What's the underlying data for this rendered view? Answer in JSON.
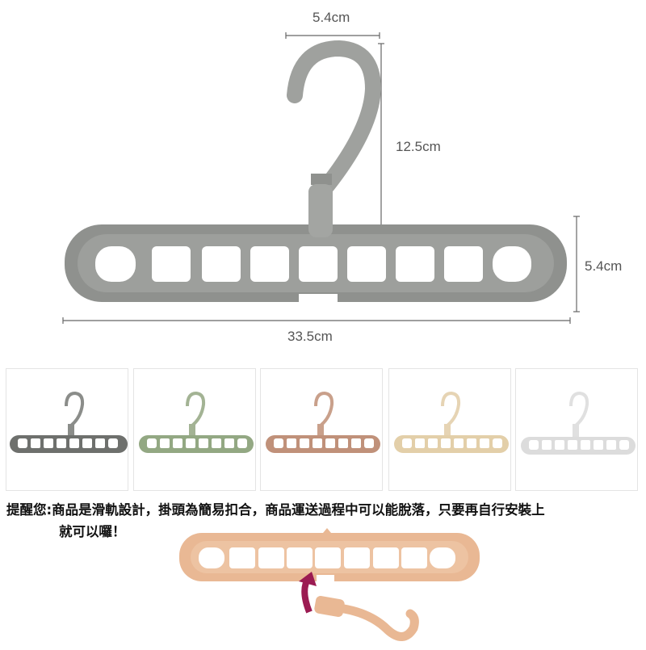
{
  "main_diagram": {
    "product": "multi-hole rotating clothes hanger",
    "color": "#8f918e",
    "dimensions": {
      "hook_width": "5.4cm",
      "hook_height": "12.5cm",
      "bar_height": "5.4cm",
      "bar_length": "33.5cm"
    },
    "hole_count": 9
  },
  "color_variants": [
    {
      "name": "gray",
      "color": "#7a7c79"
    },
    {
      "name": "green",
      "color": "#9aae8a"
    },
    {
      "name": "brown",
      "color": "#c79a84"
    },
    {
      "name": "beige",
      "color": "#e8d6b8"
    },
    {
      "name": "white",
      "color": "#e3e3e3"
    }
  ],
  "notice": {
    "line1": "提醒您:商品是滑軌設計，掛頭為簡易扣合，商品運送過程中可以能脫落，只要再自行安裝上",
    "line2": "就可以囉！"
  },
  "assembly_diagram": {
    "color": "#e9b894",
    "arrow_color": "#9b1b52"
  }
}
